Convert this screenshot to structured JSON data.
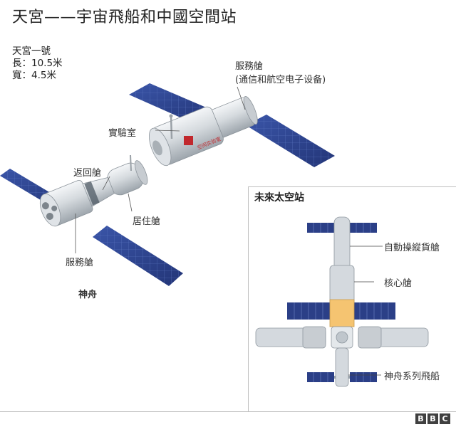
{
  "title": "天宮——宇宙飛船和中國空間站",
  "specs": {
    "name": "天宮一號",
    "length": "長：10.5米",
    "width": "寬：4.5米"
  },
  "tiangong_labels": {
    "service_module": "服務艙",
    "service_module_note": "(通信和航空电子设备)",
    "lab": "實驗室",
    "hull_text": "空间实验室"
  },
  "shenzhou_labels": {
    "return": "返回艙",
    "orbital": "居住艙",
    "service": "服務艙",
    "name": "神舟"
  },
  "inset": {
    "title": "未來太空站",
    "labels": {
      "cargo": "自動操縱貨艙",
      "core": "核心艙",
      "shenzhou": "神舟系列飛船"
    }
  },
  "colors": {
    "panel": "#2b3f87",
    "core_highlight": "#f5c471",
    "module": "#d4d9de"
  },
  "logo": "BBC"
}
